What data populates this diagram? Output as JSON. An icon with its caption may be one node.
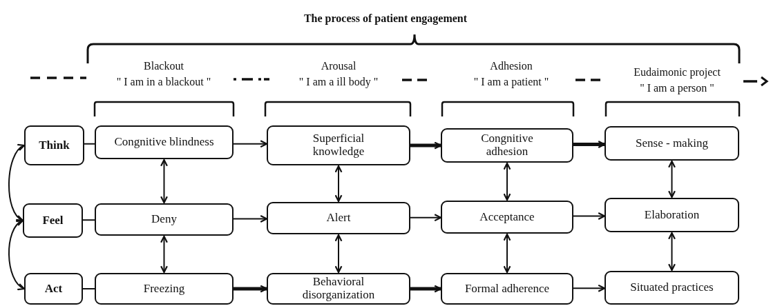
{
  "diagram": {
    "title": "The process of patient engagement",
    "nodes": [
      {
        "text": [
          "Think"
        ]
      },
      {
        "text": [
          "Congnitive blindness"
        ]
      },
      {
        "text": [
          "Superficial knowledge"
        ]
      },
      {
        "text": [
          "Congnitive adhesion"
        ]
      },
      {
        "text": [
          "Sense - making"
        ]
      },
      {
        "text": [
          "Feel"
        ]
      },
      {
        "text": [
          "Deny"
        ]
      },
      {
        "text": [
          "Alert"
        ]
      },
      {
        "text": [
          "Acceptance"
        ]
      },
      {
        "text": [
          "Elaboration"
        ]
      },
      {
        "text": [
          "Act"
        ]
      },
      {
        "text": [
          "Freezing"
        ]
      },
      {
        "text": [
          "Behavioral disorganization"
        ]
      },
      {
        "text": [
          "Formal adherence"
        ]
      },
      {
        "text": [
          "Situated practices"
        ]
      }
    ],
    "edges": [
      {
        "from": 0,
        "to": 1,
        "arrow": "none"
      },
      {
        "from": 1,
        "to": 2,
        "arrow": "to"
      },
      {
        "from": 2,
        "to": 3,
        "arrow": "to",
        "style": "thick"
      },
      {
        "from": 3,
        "to": 4,
        "arrow": "to",
        "style": "thick"
      },
      {
        "from": 5,
        "to": 6,
        "arrow": "none"
      },
      {
        "from": 6,
        "to": 7,
        "arrow": "to"
      },
      {
        "from": 7,
        "to": 8,
        "arrow": "to"
      },
      {
        "from": 8,
        "to": 9,
        "arrow": "to"
      },
      {
        "from": 10,
        "to": 11,
        "arrow": "none"
      },
      {
        "from": 11,
        "to": 12,
        "arrow": "to",
        "style": "thick"
      },
      {
        "from": 12,
        "to": 13,
        "arrow": "to",
        "style": "thick"
      },
      {
        "from": 13,
        "to": 14,
        "arrow": "to"
      },
      {
        "from": 1,
        "to": 6,
        "arrow": "both"
      },
      {
        "from": 6,
        "to": 11,
        "arrow": "both"
      },
      {
        "from": 2,
        "to": 7,
        "arrow": "both"
      },
      {
        "from": 7,
        "to": 12,
        "arrow": "both"
      },
      {
        "from": 3,
        "to": 8,
        "arrow": "both"
      },
      {
        "from": 8,
        "to": 13,
        "arrow": "both"
      },
      {
        "from": 4,
        "to": 9,
        "arrow": "both"
      },
      {
        "from": 9,
        "to": 14,
        "arrow": "both"
      },
      {
        "from": 0,
        "to": 5,
        "arrow": "both"
      },
      {
        "from": 5,
        "to": 10,
        "arrow": "both"
      }
    ],
    "labels": [
      "Blackout",
      "\" I am in a blackout \"",
      "Arousal",
      "\" I am a ill body \"",
      "Adhesion",
      "\" I am a patient \"",
      "Eudaimonic project",
      "\" I am a person \""
    ]
  }
}
